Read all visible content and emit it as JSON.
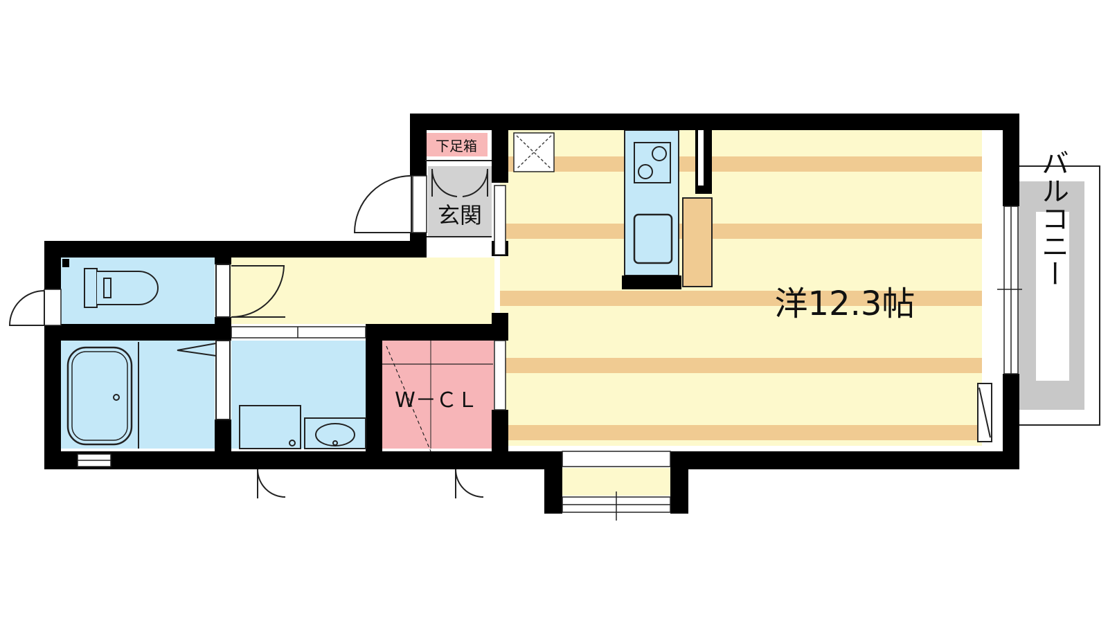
{
  "rooms": {
    "western_room": {
      "label": "洋12.3帖"
    },
    "walk_in_closet": {
      "label": "W－ＣＬ"
    },
    "entrance": {
      "label": "玄関"
    },
    "shoe_cabinet": {
      "label": "下足箱"
    },
    "balcony": {
      "label": "バルコニー"
    }
  },
  "colors": {
    "wall": "#000000",
    "floor_cream": "#fdf9cc",
    "floor_stripe": "#f0cb92",
    "wet_area": "#c4e8f8",
    "closet": "#f7b5b8",
    "entrance_floor": "#d2d2d2",
    "balcony_fill": "#c8c8c8",
    "shoe_cabinet": "#f8b8b8"
  }
}
